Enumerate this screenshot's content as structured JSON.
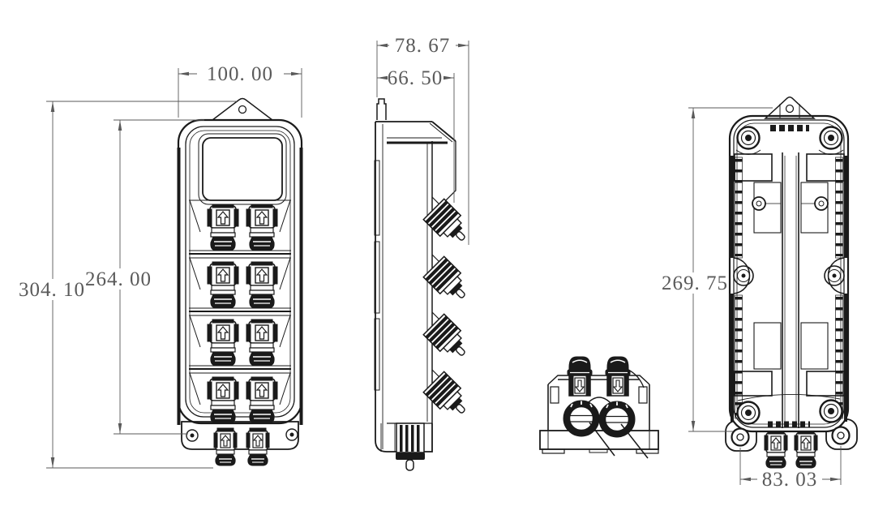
{
  "drawing": {
    "background": "#ffffff",
    "line_color": "#1a1a1a",
    "dimension_color": "#5a5a5a",
    "dimensions": {
      "front_width": "100. 00",
      "front_overall_height": "304. 10",
      "front_body_height": "264. 00",
      "side_overall_depth": "78. 67",
      "side_body_depth": "66. 50",
      "back_height": "269. 75",
      "back_mount_hole_spacing": "83. 03"
    }
  }
}
